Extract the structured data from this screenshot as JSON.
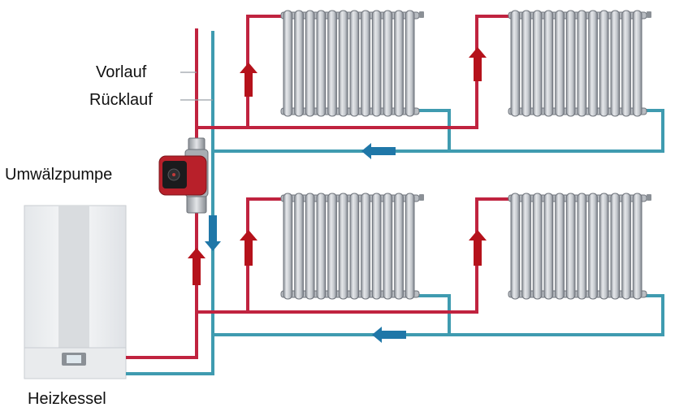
{
  "labels": {
    "supply": "Vorlauf",
    "return": "Rücklauf",
    "pump": "Umwälzpumpe",
    "boiler": "Heizkessel"
  },
  "colors": {
    "supply_pipe": "#c0233f",
    "return_pipe": "#3f9bb0",
    "supply_arrow": "#b5121b",
    "return_arrow": "#1f77a8",
    "radiator_fill": "#c9ccd1",
    "radiator_stroke": "#6f747c",
    "boiler_body": "#eef0f2",
    "pump_body": "#b8202a"
  },
  "icons": {
    "radiator": "radiator-icon",
    "pump": "circulation-pump-icon",
    "boiler": "boiler-icon",
    "flow_arrow": "flow-arrow-icon"
  }
}
